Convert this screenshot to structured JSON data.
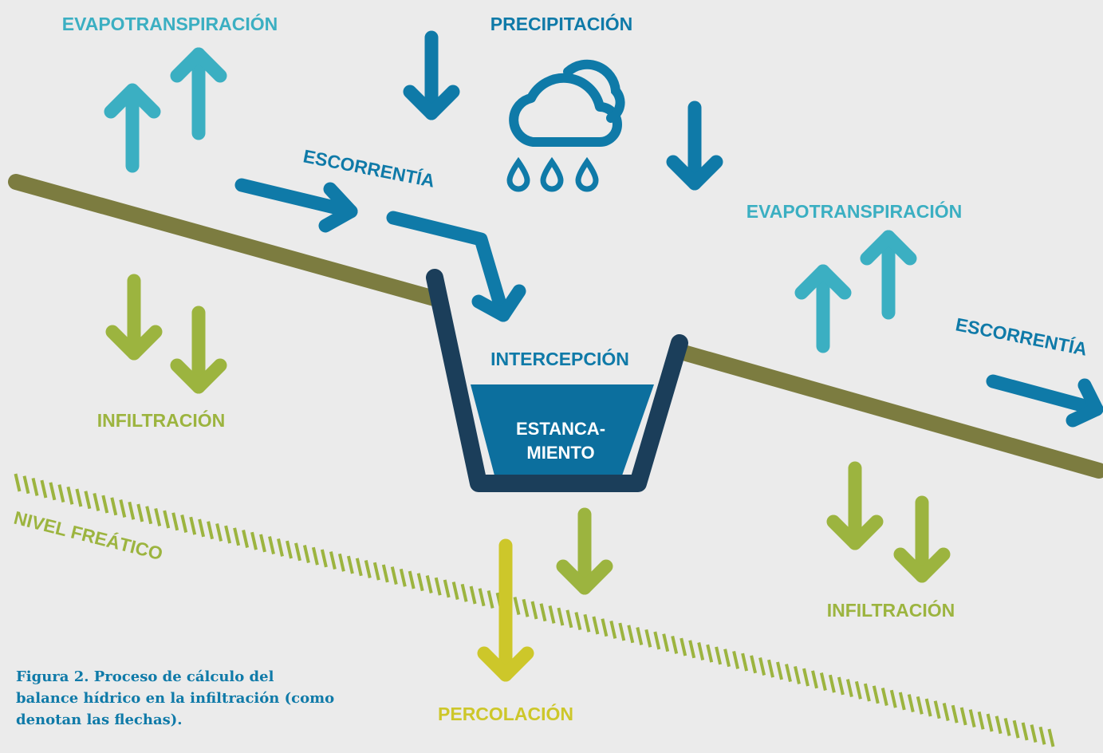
{
  "labels": {
    "evapotranspiration_left": "EVAPOTRANSPIRACIÓN",
    "precipitation": "PRECIPITACIÓN",
    "runoff_left": "ESCORRENTÍA",
    "evapotranspiration_right": "EVAPOTRANSPIRACIÓN",
    "runoff_right": "ESCORRENTÍA",
    "interception": "INTERCEPCIÓN",
    "stagnation_line1": "ESTANCA-",
    "stagnation_line2": "MIENTO",
    "infiltration_left": "INFILTRACIÓN",
    "infiltration_right": "INFILTRACIÓN",
    "water_table": "NIVEL FREÁTICO",
    "percolation": "PERCOLACIÓN"
  },
  "caption": {
    "line1": "Figura 2. Proceso de cálculo del",
    "line2": "balance hídrico en la infiltración (como",
    "line3": "denotan las flechas)."
  },
  "icons": {
    "cloud": "cloud-rain-icon"
  },
  "colors": {
    "background": "#ebebeb",
    "evapotranspiration": "#3bafc2",
    "precipitation_runoff": "#0f7aa8",
    "infiltration": "#9cb43f",
    "percolation": "#cdc72a",
    "ground": "#7c7c40",
    "basin_outline": "#1b3e5a",
    "water": "#0c6f9e"
  }
}
